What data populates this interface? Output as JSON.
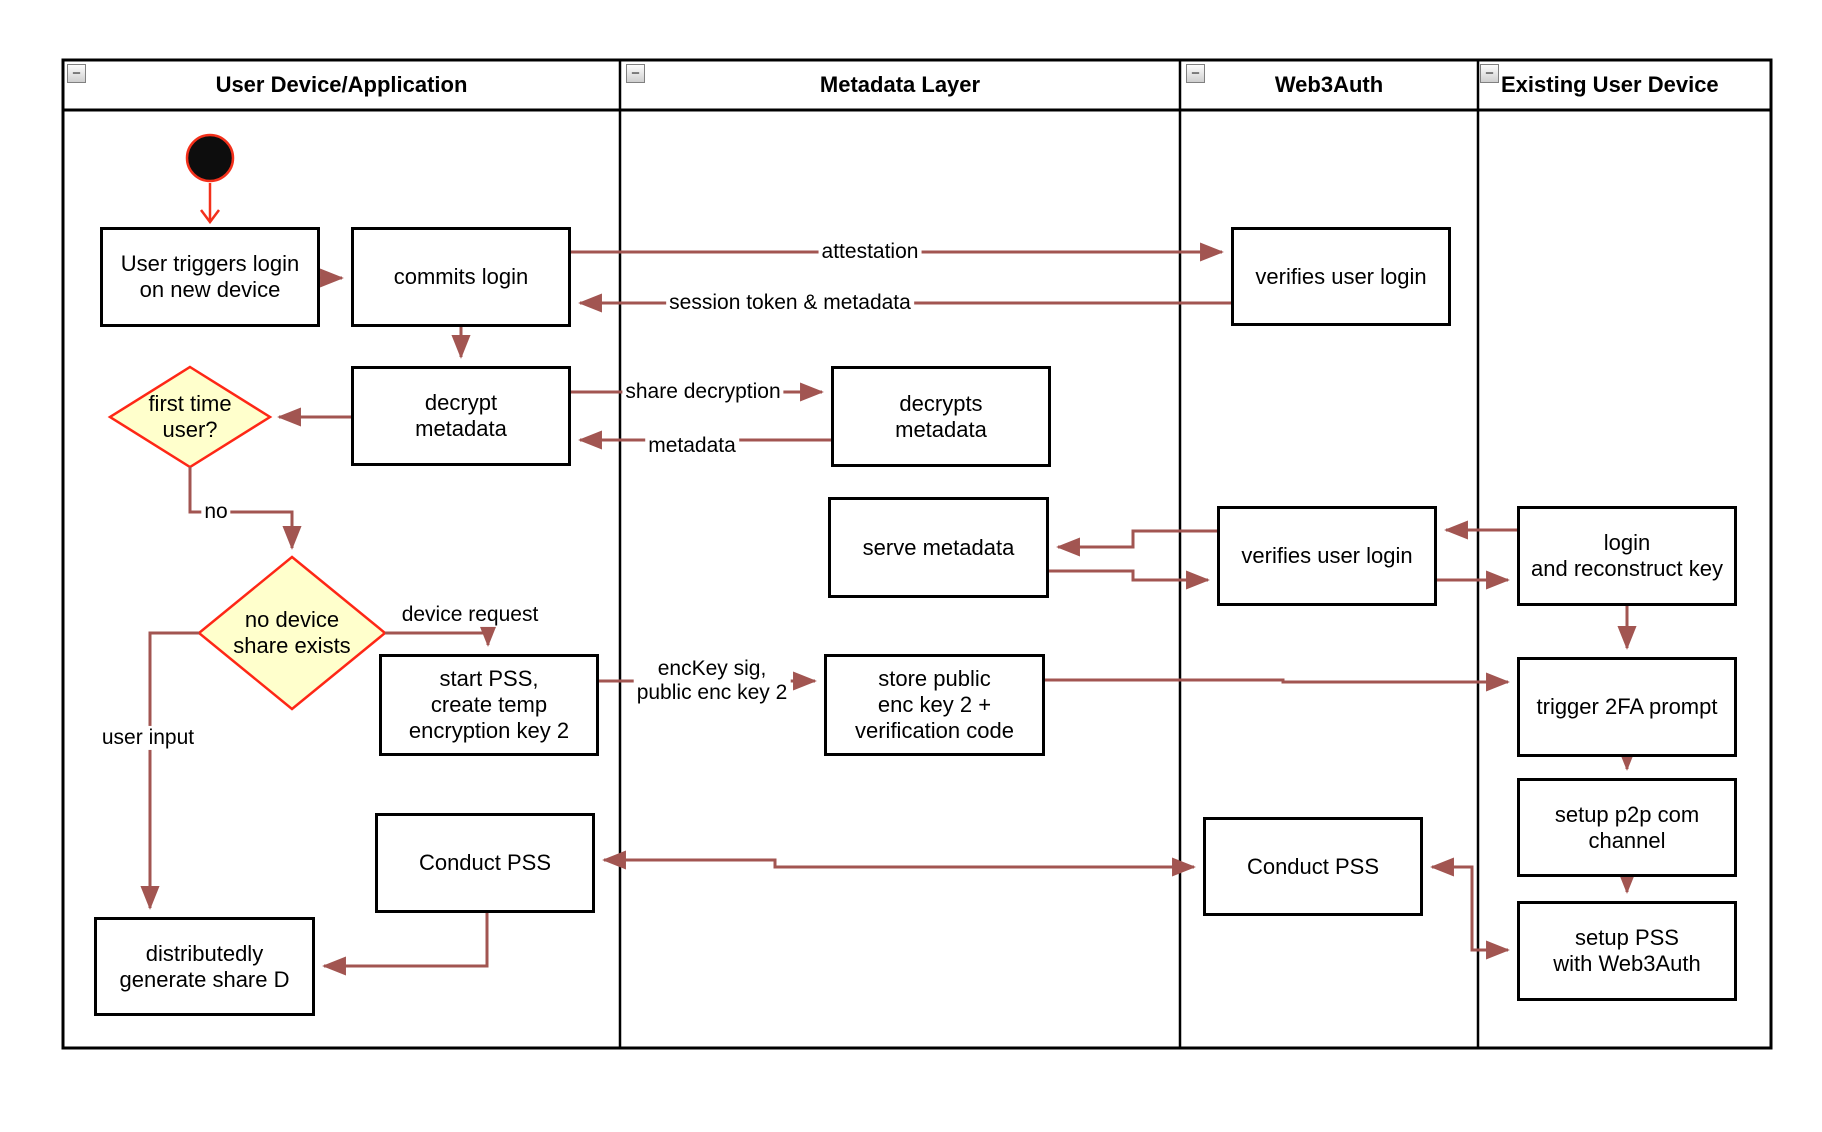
{
  "lanes": {
    "lane1": {
      "title": "User Device/Application"
    },
    "lane2": {
      "title": "Metadata Layer"
    },
    "lane3": {
      "title": "Web3Auth"
    },
    "lane4": {
      "title": "Existing User Device"
    }
  },
  "collapse_glyph": "−",
  "nodes": {
    "user_triggers": {
      "label": "User triggers login\non new device"
    },
    "commits_login": {
      "label": "commits login"
    },
    "decrypt_metadata": {
      "label": "decrypt\nmetadata"
    },
    "decrypts_metadata": {
      "label": "decrypts\nmetadata"
    },
    "serve_metadata": {
      "label": "serve metadata"
    },
    "store_public": {
      "label": "store public\nenc key 2 +\nverification code"
    },
    "start_pss": {
      "label": "start PSS,\ncreate temp\nencryption key 2"
    },
    "conduct_pss_user": {
      "label": "Conduct PSS"
    },
    "distributedly": {
      "label": "distributedly\ngenerate share D"
    },
    "verifies_login_1": {
      "label": "verifies user login"
    },
    "verifies_login_2": {
      "label": "verifies user login"
    },
    "conduct_pss_web3": {
      "label": "Conduct PSS"
    },
    "login_reconstruct": {
      "label": "login\nand reconstruct key"
    },
    "trigger_2fa": {
      "label": "trigger 2FA prompt"
    },
    "setup_p2p": {
      "label": "setup p2p com\nchannel"
    },
    "setup_pss": {
      "label": "setup PSS\nwith Web3Auth"
    }
  },
  "decisions": {
    "first_time": {
      "label": "first time\nuser?"
    },
    "no_device_share": {
      "label": "no device\nshare exists"
    }
  },
  "edges": {
    "attestation": {
      "label": "attestation",
      "from": "commits_login",
      "to": "verifies_login_1"
    },
    "session_token": {
      "label": "session token & metadata",
      "from": "verifies_login_1",
      "to": "commits_login"
    },
    "share_decryption": {
      "label": "share decryption",
      "from": "decrypt_metadata",
      "to": "decrypts_metadata"
    },
    "metadata": {
      "label": "metadata",
      "from": "decrypts_metadata",
      "to": "decrypt_metadata"
    },
    "no": {
      "label": "no",
      "from": "first_time",
      "to": "no_device_share"
    },
    "device_request": {
      "label": "device request",
      "from": "no_device_share",
      "to": "start_pss"
    },
    "user_input": {
      "label": "user input",
      "from": "no_device_share",
      "to": "distributedly"
    },
    "enckey": {
      "label": "encKey sig,\npublic enc key 2",
      "from": "start_pss",
      "to": "store_public"
    }
  },
  "colors": {
    "connector": "#a25551",
    "start-arrow": "#f3301b",
    "decision-fill": "#ffffcc",
    "decision-border": "#fe2716",
    "shape-border": "#000000",
    "shape-fill": "#ffffff",
    "text": "#000000"
  }
}
